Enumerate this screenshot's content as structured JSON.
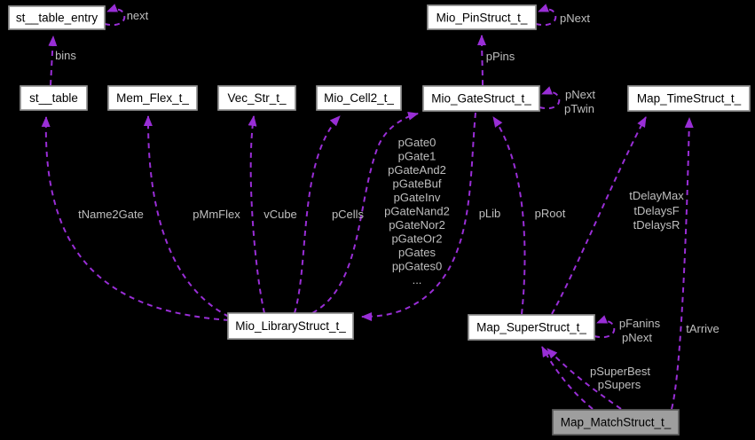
{
  "colors": {
    "background": "#000000",
    "edge": "#992ed6",
    "label": "#bfbfbf",
    "node_fill": "#ffffff",
    "node_border": "#919191",
    "node_text": "#000000",
    "focus_fill": "#9e9e9e",
    "focus_border": "#5f5f5f"
  },
  "nodes": {
    "st_table_entry": "st__table_entry",
    "mio_pin": "Mio_PinStruct_t_",
    "st_table": "st__table",
    "mem_flex": "Mem_Flex_t_",
    "vec_str": "Vec_Str_t_",
    "mio_cell2": "Mio_Cell2_t_",
    "mio_gate": "Mio_GateStruct_t_",
    "map_time": "Map_TimeStruct_t_",
    "mio_library": "Mio_LibraryStruct_t_",
    "map_super": "Map_SuperStruct_t_",
    "map_match": "Map_MatchStruct_t_"
  },
  "edge_labels": {
    "next": "next",
    "bins": "bins",
    "pin_self": "pNext",
    "ppins": "pPins",
    "gate_self": {
      "lines": [
        "pNext",
        "pTwin"
      ]
    },
    "tname2gate": "tName2Gate",
    "pmmflex": "pMmFlex",
    "vcube": "vCube",
    "pcells": "pCells",
    "gate_fields": {
      "lines": [
        "pGate0",
        "pGate1",
        "pGateAnd2",
        "pGateBuf",
        "pGateInv",
        "pGateNand2",
        "pGateNor2",
        "pGateOr2",
        "pGates",
        "ppGates0",
        "..."
      ]
    },
    "plib": "pLib",
    "proot": "pRoot",
    "delays": {
      "lines": [
        "tDelayMax",
        "tDelaysF",
        "tDelaysR"
      ]
    },
    "super_self": {
      "lines": [
        "pFanins",
        "pNext"
      ]
    },
    "supers": {
      "lines": [
        "pSuperBest",
        "pSupers"
      ]
    },
    "tarrive": "tArrive"
  }
}
